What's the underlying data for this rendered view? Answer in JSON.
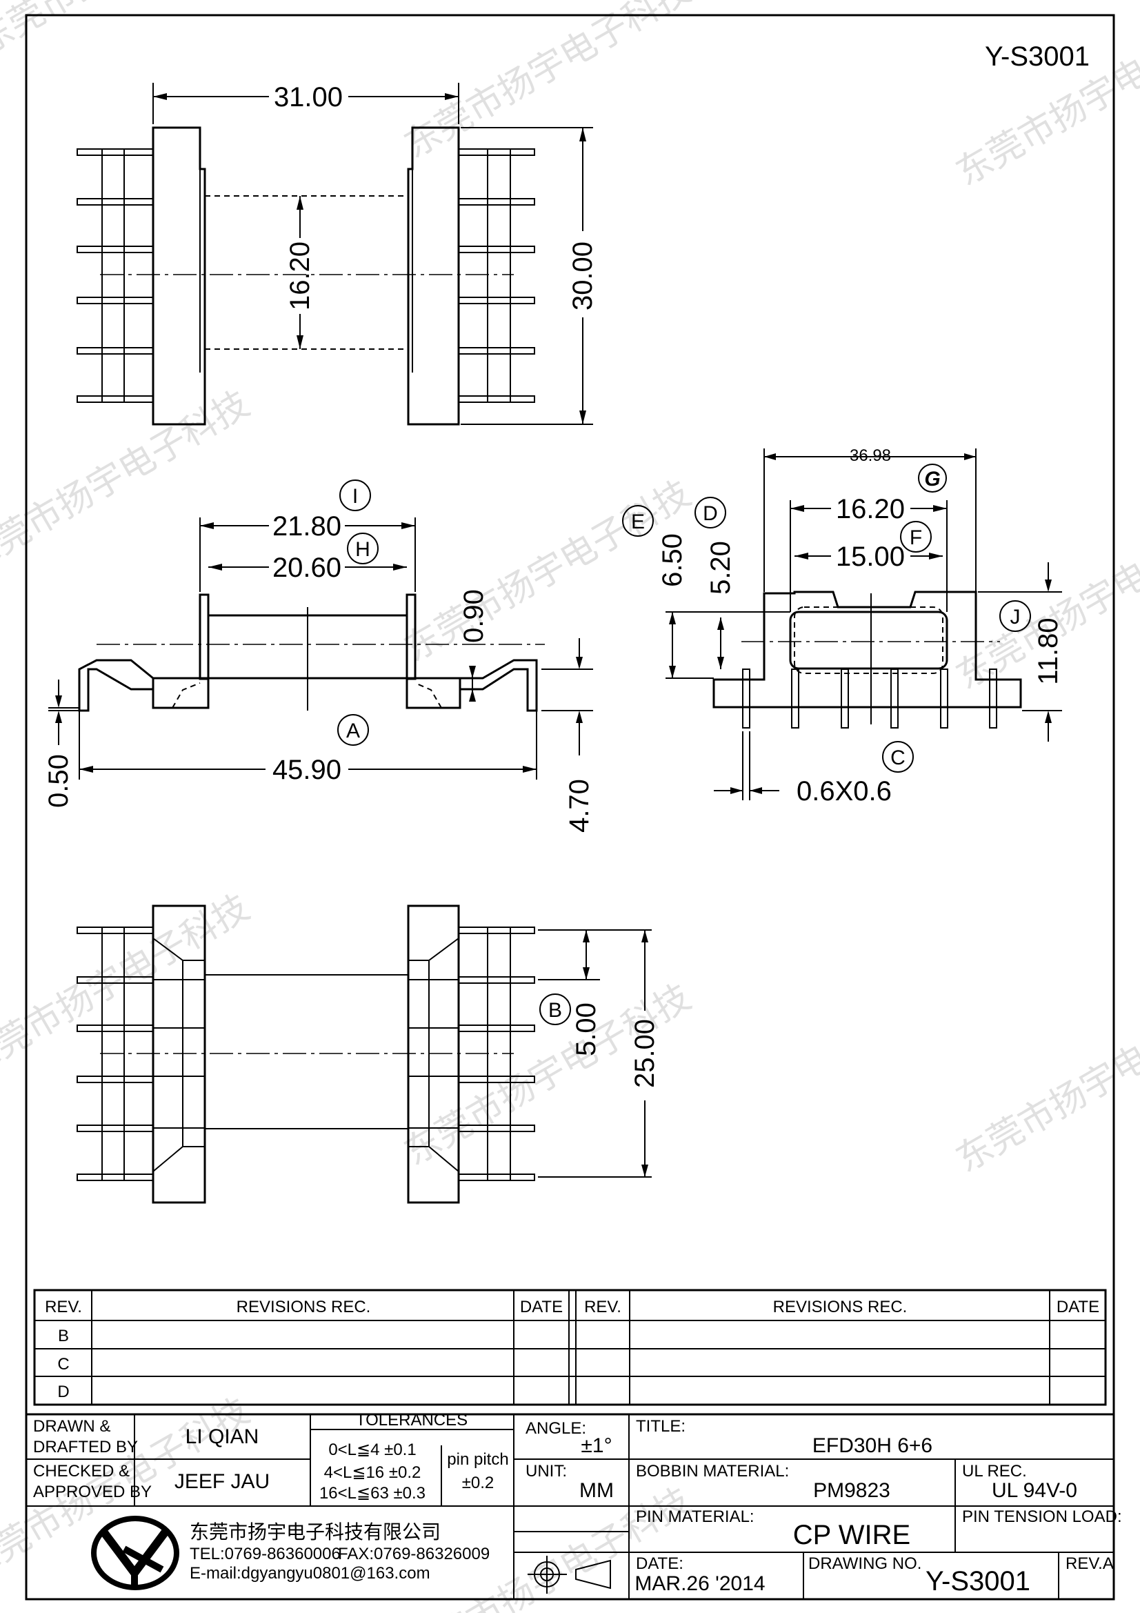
{
  "header": {
    "drawing_code": "Y-S3001"
  },
  "dimensions": {
    "top_width": "31.00",
    "top_inner": "16.20",
    "top_height": "30.00",
    "side_outer": "21.80",
    "side_inner": "20.60",
    "flange_thickness": "0.90",
    "overall_length": "45.90",
    "pin_offset": "0.50",
    "pin_height": "4.70",
    "end_width": "36.98",
    "end_slot_outer": "16.20",
    "end_slot_inner": "15.00",
    "end_height_a": "6.50",
    "end_height_b": "5.20",
    "end_total_height": "11.80",
    "pin_section": "0.6X0.6",
    "pin_pitch": "5.00",
    "bottom_span": "25.00"
  },
  "callouts": {
    "a": "A",
    "b": "B",
    "c": "C",
    "d": "D",
    "e": "E",
    "f": "F",
    "g": "G",
    "h": "H",
    "i": "I",
    "j": "J"
  },
  "revisions": {
    "col_rev": "REV.",
    "col_rec": "REVISIONS    REC.",
    "col_date": "DATE",
    "rows": [
      "B",
      "C",
      "D"
    ]
  },
  "title_block": {
    "drawn_label_1": "DRAWN  &",
    "drawn_label_2": "DRAFTED  BY",
    "drawn_by": "LI QIAN",
    "checked_label_1": "CHECKED  &",
    "checked_label_2": "APPROVED  BY",
    "checked_by": "JEEF JAU",
    "tolerances_label": "TOLERANCES",
    "tol_1": "0<L≦4     ±0.1",
    "tol_2": "4<L≦16   ±0.2",
    "tol_3": "16<L≦63 ±0.3",
    "pin_pitch_label": "pin  pitch",
    "pin_pitch_tol": "±0.2",
    "angle_label": "ANGLE:",
    "angle_value": "±1°",
    "unit_label": "UNIT:",
    "unit_value": "MM",
    "title_label": "TITLE:",
    "title_value": "EFD30H  6+6",
    "bobbin_material_label": "BOBBIN  MATERIAL:",
    "bobbin_material": "PM9823",
    "ul_label": "UL  REC.",
    "ul_value": "UL  94V-0",
    "pin_material_label": "PIN  MATERIAL:",
    "pin_material": "CP  WIRE",
    "pin_tension_label": "PIN  TENSION  LOAD:",
    "date_label": "DATE:",
    "date_value": "MAR.26  '2014",
    "drawing_no_label": "DRAWING  NO.",
    "drawing_no": "Y-S3001",
    "rev_label": "REV.A",
    "company_name": "东莞市扬宇电子科技有限公司",
    "tel": "TEL:0769-86360006",
    "fax": "FAX:0769-86326009",
    "email": "E-mail:dgyangyu0801@163.com"
  },
  "watermark": "东莞市扬宇电子科技"
}
